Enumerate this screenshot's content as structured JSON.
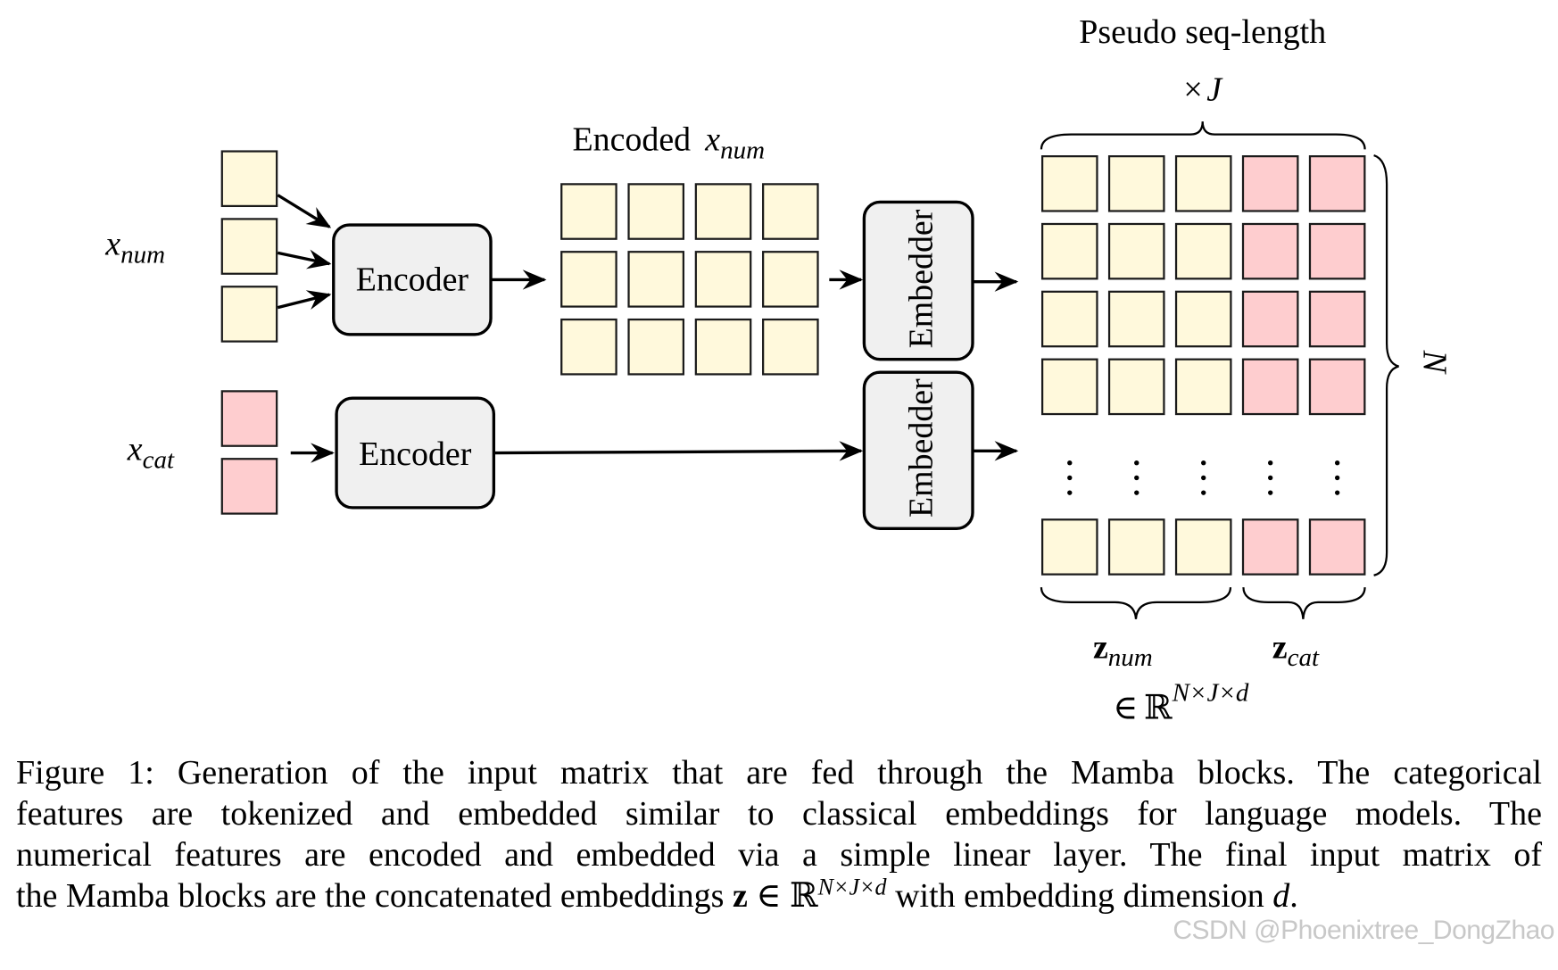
{
  "colors": {
    "numeric_cell": "#fff9dc",
    "categorical_cell": "#fecdcf",
    "box_fill": "#f0f0f0",
    "watermark": "#c8c8c8"
  },
  "inputs": {
    "num_label": {
      "base": "x",
      "sub": "num"
    },
    "cat_label": {
      "base": "x",
      "sub": "cat"
    },
    "num_count": 3,
    "cat_count": 2
  },
  "encoders": {
    "num_label": "Encoder",
    "cat_label": "Encoder"
  },
  "encoded": {
    "title_prefix": "Encoded",
    "title_math_base": "x",
    "title_math_sub": "num",
    "rows": 3,
    "cols": 4
  },
  "embedders": {
    "num_label": "Embedder",
    "cat_label": "Embedder"
  },
  "matrix": {
    "title": "Pseudo seq-length",
    "top_brace_label": "×J",
    "top_brace_times": "×",
    "top_brace_var": "J",
    "side_brace_label": "N",
    "num_cols": 3,
    "cat_cols": 2,
    "visible_rows": 4,
    "ellipsis": "⋮",
    "z_num": {
      "base": "z",
      "sub": "num"
    },
    "z_cat": {
      "base": "z",
      "sub": "cat"
    },
    "space": {
      "in": "∈",
      "field": "ℝ",
      "exponent": "N×J×d"
    }
  },
  "caption": {
    "lines": [
      "Figure 1: Generation of the input matrix that are fed through the Mamba blocks. The categorical",
      "features are tokenized and embedded similar to classical embeddings for language models. The",
      "numerical features are encoded and embedded via a simple linear layer. The final input matrix of"
    ],
    "last_line_prefix": "the Mamba blocks are the concatenated embeddings ",
    "last_line_z": "z",
    "last_line_in": " ∈ ℝ",
    "last_line_exp": "N×J×d",
    "last_line_suffix": " with embedding dimension ",
    "last_line_d": "d",
    "last_line_end": "."
  },
  "watermark": "CSDN @Phoenixtree_DongZhao"
}
